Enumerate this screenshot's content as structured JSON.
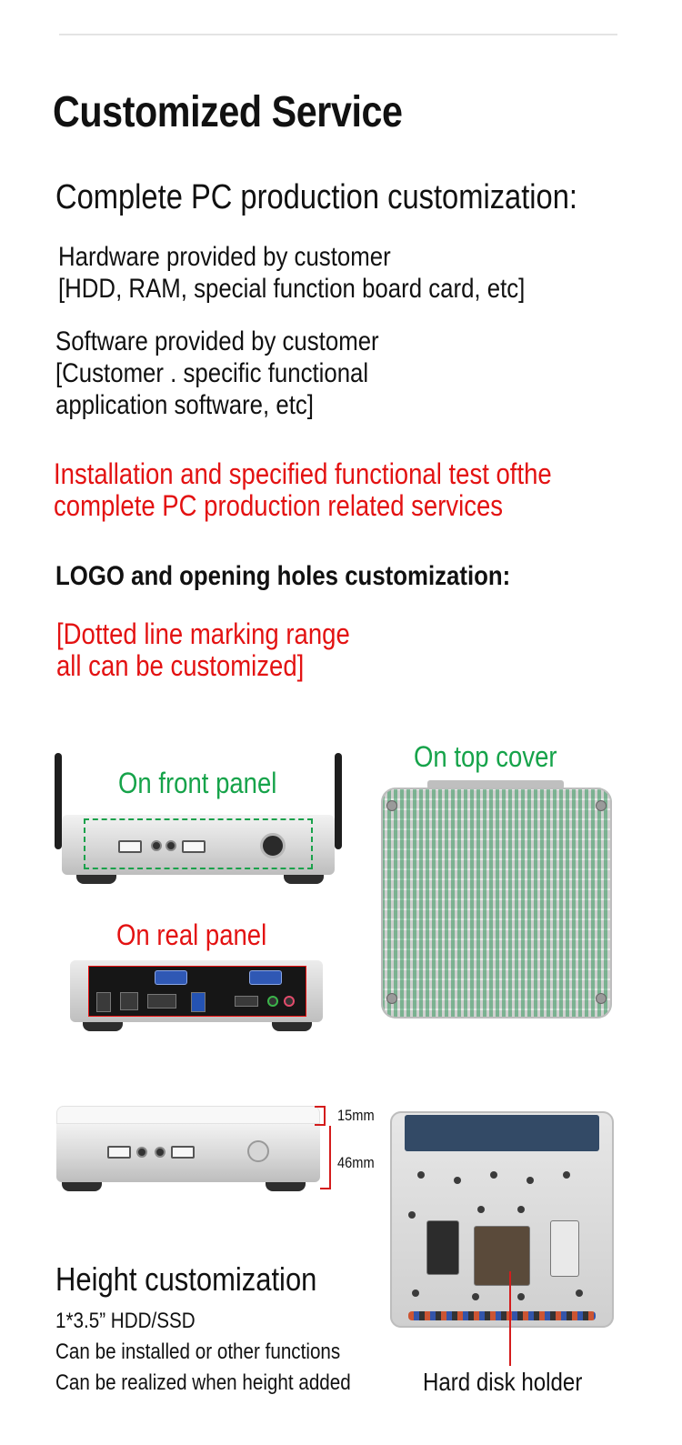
{
  "title": "Customized Service",
  "pc_customization": {
    "heading": "Complete PC production customization:",
    "hardware_line1": "Hardware provided by customer",
    "hardware_line2": "[HDD, RAM, special function board card, etc]",
    "software_line1": "Software provided by customer",
    "software_line2": "[Customer . specific functional",
    "software_line3": "application software, etc]",
    "service_line1": "Installation and specified functional test ofthe",
    "service_line2": "complete PC production related services"
  },
  "logo_customization": {
    "heading": "LOGO and opening holes customization:",
    "note_line1": "[Dotted line marking range",
    "note_line2": "all can be customized]",
    "front_label": "On front panel",
    "top_label": "On top cover",
    "rear_label": "On real panel"
  },
  "height_customization": {
    "dim_top": "15mm",
    "dim_body": "46mm",
    "heading": "Height customization",
    "line1": "1*3.5” HDD/SSD",
    "line2": "Can be installed or other functions",
    "line3": "Can be realized when height added",
    "holder_label": "Hard disk holder"
  },
  "colors": {
    "accent_red": "#e31212",
    "accent_green": "#16a34a"
  }
}
